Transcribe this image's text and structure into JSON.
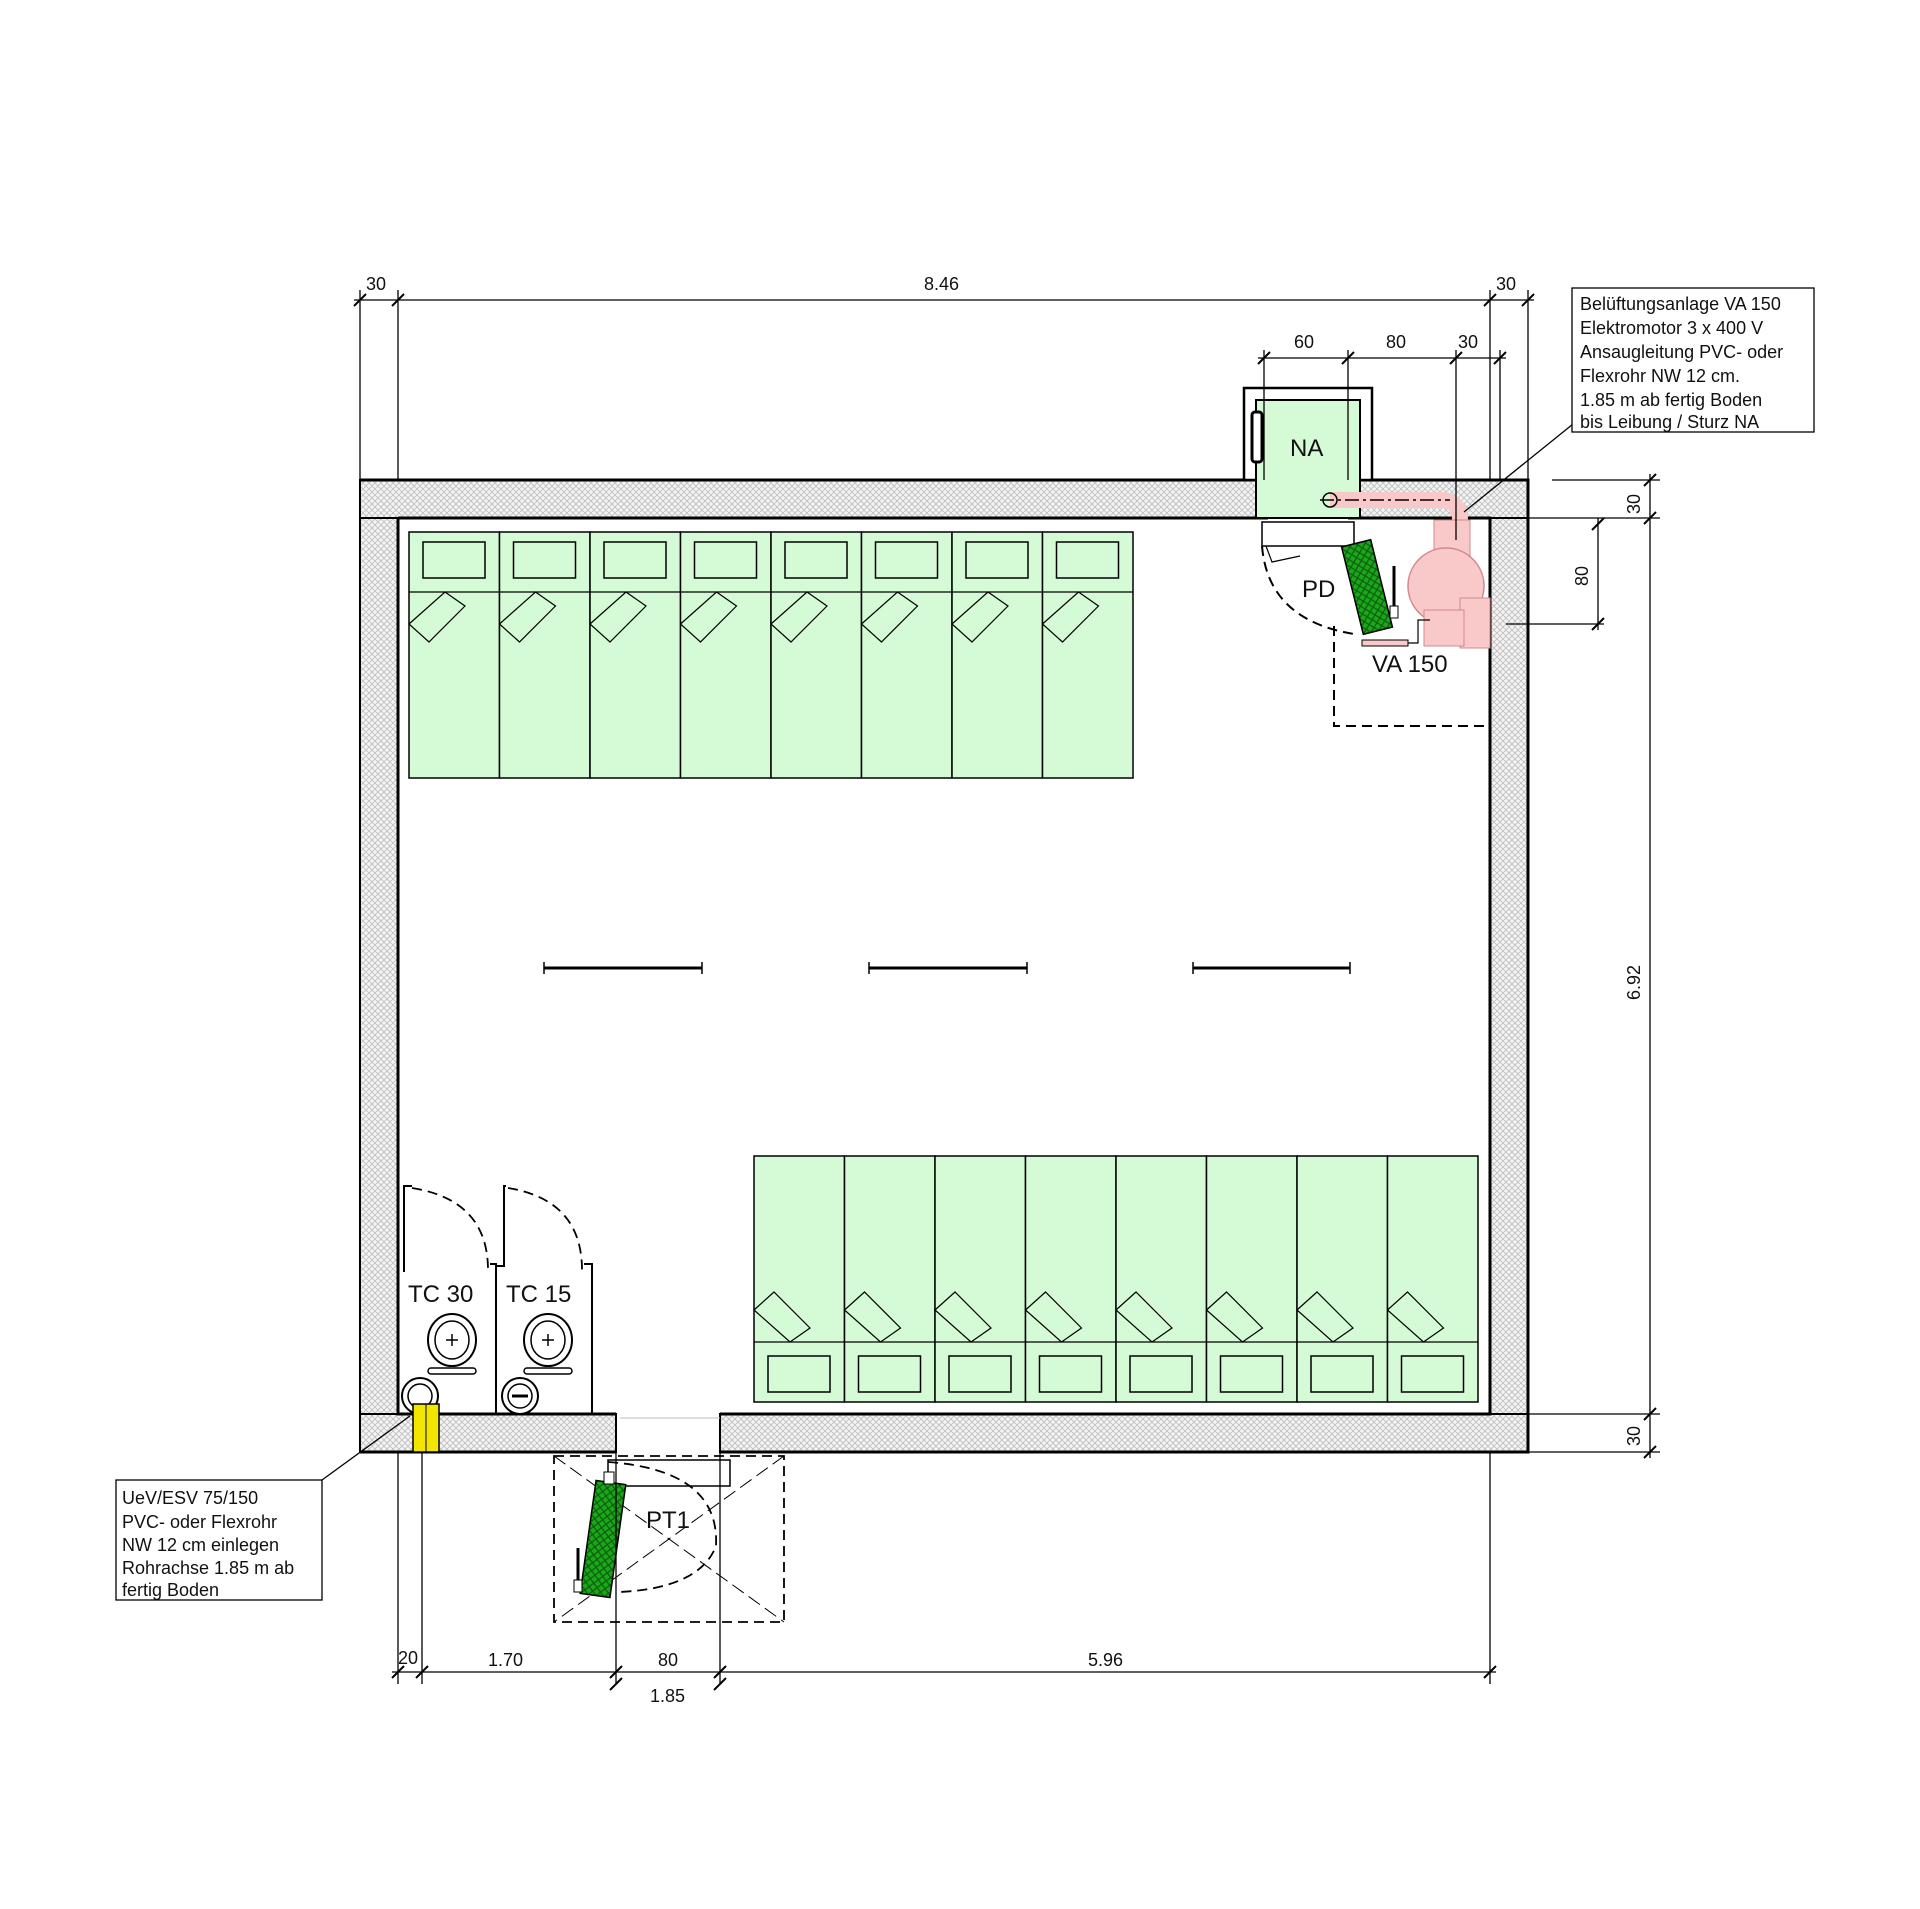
{
  "dimensions": {
    "top_left_wall": "30",
    "top_total": "8.46",
    "top_right_wall": "30",
    "na_width": "60",
    "na_gap": "80",
    "na_right": "30",
    "right_wall_top": "30",
    "right_vent": "80",
    "right_total": "6.92",
    "right_wall_bottom": "30",
    "bottom_pipe": "20",
    "bottom_left": "1.70",
    "bottom_door": "80",
    "bottom_door_axis": "1.85",
    "bottom_right": "5.96"
  },
  "rooms": {
    "na": "NA",
    "pd": "PD",
    "va": "VA 150",
    "tc30": "TC 30",
    "tc15": "TC 15",
    "pt1": "PT1"
  },
  "notes": {
    "ventilation": [
      "Belüftungsanlage VA 150",
      "Elektromotor 3 x 400 V",
      "Ansaugleitung PVC- oder",
      "Flexrohr NW 12 cm.",
      "1.85 m ab fertig Boden",
      "bis Leibung / Sturz NA"
    ],
    "overpressure": [
      "UeV/ESV 75/150",
      "PVC- oder Flexrohr",
      "NW 12 cm einlegen",
      "Rohrachse 1.85 m ab",
      "fertig Boden"
    ]
  },
  "colors": {
    "bed_fill": "#d4fbd6",
    "wall_hatch": "#bdbdbd",
    "ventilation": "#f9c9c9",
    "filter_green": "#1aa81a",
    "pipe_yellow": "#f2e600",
    "na_fill": "#d4fbd6"
  },
  "furniture": {
    "top_beds": 8,
    "bottom_beds": 8
  }
}
